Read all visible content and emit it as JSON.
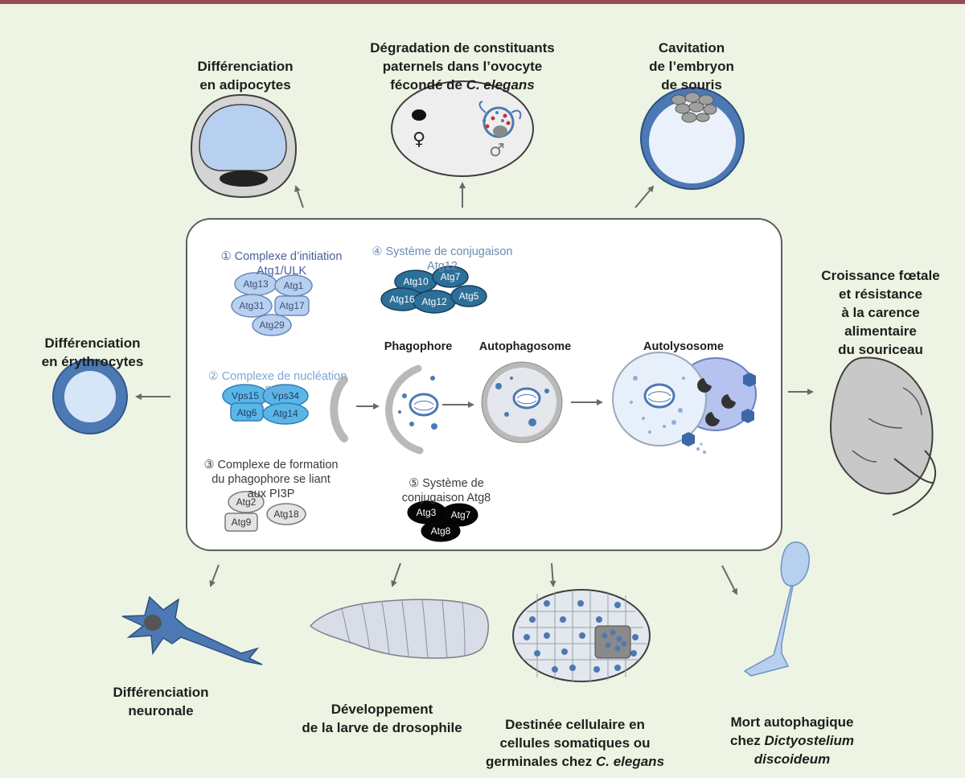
{
  "outcomes": {
    "adipocytes": [
      "Différenciation",
      "en adipocytes"
    ],
    "oocyte": {
      "line1": "Dégradation de constituants",
      "line2": "paternels dans l’ovocyte",
      "line3_prefix": "fécondé de ",
      "line3_italic": "C. elegans"
    },
    "cavitation": [
      "Cavitation",
      "de l’embryon",
      "de souris"
    ],
    "croissance": [
      "Croissance fœtale",
      "et résistance",
      "à la carence",
      "alimentaire",
      "du souriceau"
    ],
    "erythrocytes": [
      "Différenciation",
      "en érythrocytes"
    ],
    "neuronale": [
      "Différenciation",
      "neuronale"
    ],
    "drosophile": [
      "Développement",
      "de la larve de drosophile"
    ],
    "destinee": {
      "line1": "Destinée cellulaire en",
      "line2": "cellules somatiques ou",
      "line3_prefix": "germinales chez ",
      "line3_italic": "C. elegans"
    },
    "mort": {
      "line1": "Mort autophagique",
      "line2_prefix": "chez ",
      "line2_italic": "Dictyostelium",
      "line3_italic": "discoideum"
    }
  },
  "complexes": {
    "c1": {
      "title": "① Complexe d’initiation",
      "subtitle": "Atg1/ULK",
      "proteins": [
        "Atg13",
        "Atg1",
        "Atg31",
        "Atg17",
        "Atg29"
      ]
    },
    "c2": {
      "title": "② Complexe de nucléation",
      "subtitle": "PI3K",
      "proteins": [
        "Vps15",
        "Vps34",
        "Atg6",
        "Atg14"
      ]
    },
    "c3": {
      "title": "③ Complexe de formation",
      "line2": "du phagophore se liant",
      "line3": "aux PI3P",
      "proteins": [
        "Atg2",
        "Atg18",
        "Atg9"
      ]
    },
    "c4": {
      "title": "④ Système de conjugaison",
      "subtitle": "Atg12",
      "proteins": [
        "Atg10",
        "Atg7",
        "Atg16",
        "Atg12",
        "Atg5"
      ]
    },
    "c5": {
      "title": "⑤ Système de",
      "subtitle": "conjugaison Atg8",
      "proteins": [
        "Atg3",
        "Atg7",
        "Atg8"
      ]
    }
  },
  "stages": [
    "Phagophore",
    "Autophagosome",
    "Autolysosome"
  ],
  "symbols": {
    "female": "♀",
    "male": "♂"
  },
  "colors": {
    "panel_bg": "#ffffff",
    "page_bg": "#eef4e3",
    "accent_bar": "#9a4b55",
    "cell_blue": "#b8d0ef",
    "dark_blue": "#4c79b4"
  }
}
